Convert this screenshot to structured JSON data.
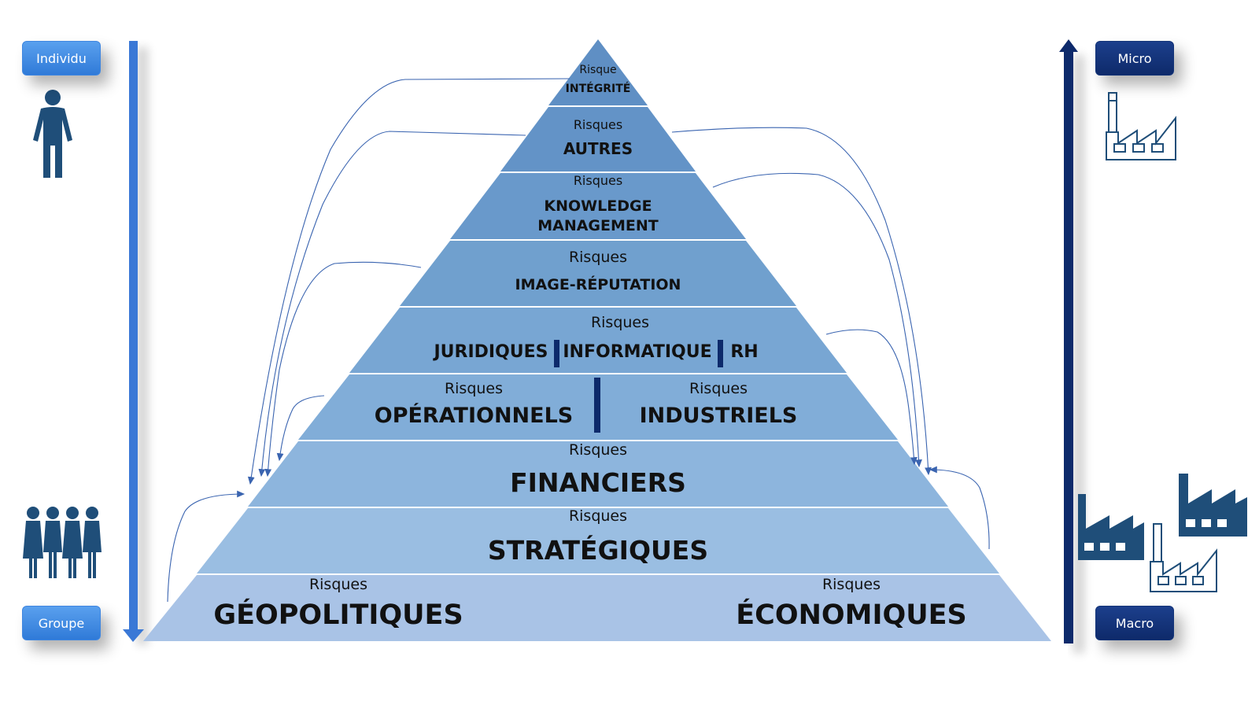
{
  "left_axis": {
    "top_label": "Individu",
    "bottom_label": "Groupe"
  },
  "right_axis": {
    "top_label": "Micro",
    "bottom_label": "Macro"
  },
  "pyramid": {
    "integrite": {
      "prefix": "Risque",
      "title": "INTÉGRITÉ"
    },
    "autres": {
      "prefix": "Risques",
      "title": "AUTRES"
    },
    "knowledge": {
      "prefix": "Risques",
      "line1": "KNOWLEDGE",
      "line2": "MANAGEMENT"
    },
    "image": {
      "prefix": "Risques",
      "title": "IMAGE-RÉPUTATION"
    },
    "juridiques": {
      "prefix": "Risques",
      "left": "JURIDIQUES",
      "middle": "INFORMATIQUE",
      "right": "RH"
    },
    "operationnels": {
      "prefix_left": "Risques",
      "left": "OPÉRATIONNELS",
      "prefix_right": "Risques",
      "right": "INDUSTRIELS"
    },
    "financiers": {
      "prefix": "Risques",
      "title": "FINANCIERS"
    },
    "strategiques": {
      "prefix": "Risques",
      "title": "STRATÉGIQUES"
    },
    "base": {
      "prefix_left": "Risques",
      "left": "GÉOPOLITIQUES",
      "prefix_right": "Risques",
      "right": "ÉCONOMIQUES"
    }
  },
  "colors": {
    "layer_top": "#5f8fc4",
    "layer_bottom": "#a9c3e6",
    "arrow_left": "#3a78d6",
    "arrow_right": "#0d2a6b",
    "icon": "#1f4e79",
    "connector": "#3a64b0"
  },
  "icons": [
    "person-icon",
    "group-icon",
    "factory-outline-icon",
    "factories-icon"
  ]
}
